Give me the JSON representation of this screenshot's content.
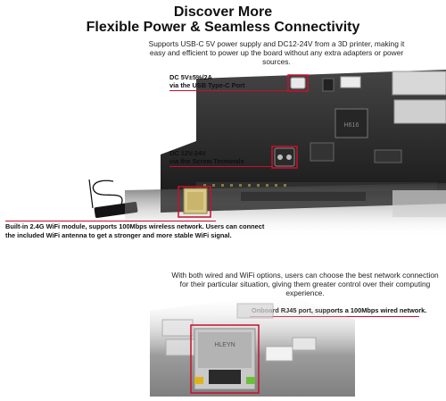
{
  "header": {
    "title_line1": "Discover More",
    "title_line2": "Flexible Power & Seamless Connectivity"
  },
  "power": {
    "description": "Supports USB-C 5V power supply and DC12-24V from a 3D printer, making it easy and efficient to power up the board without any extra adapters or power sources.",
    "usb_label_line1": "DC 5V±5%/2A",
    "usb_label_line2": "via the USB Type-C Port",
    "screw_label_line1": "DC 12V-24V",
    "screw_label_line2": "via the Screw Terminals"
  },
  "wifi": {
    "description": "Built-in 2.4G WiFi module, supports 100Mbps wireless network. Users can connect the included WiFi antenna to get a stronger and more stable WiFi signal."
  },
  "network": {
    "description": "With both wired and WiFi options, users can choose the best network connection for their particular situation, giving them greater control over their computing experience.",
    "rj45_label": "Onboard RJ45 port, supports a 100Mbps wired network.",
    "jack_brand": "HLEYN"
  },
  "colors": {
    "accent": "#c8102e",
    "board": "#1f1f1f"
  }
}
